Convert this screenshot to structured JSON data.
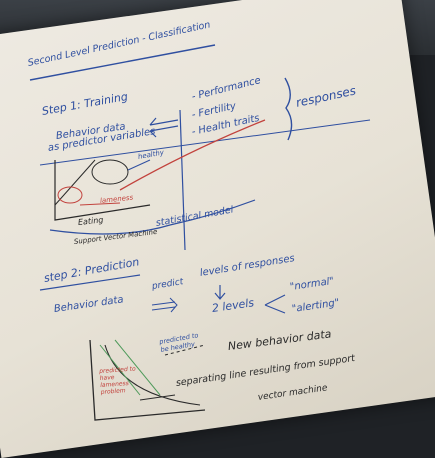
{
  "title": "Second Level Prediction - Classification",
  "step1": {
    "heading": "Step 1: Training",
    "input_line1": "Behavior data",
    "input_line2": "as predictor variables",
    "responses": [
      "- Performance",
      "- Fertility",
      "- Health traits"
    ],
    "responses_label": "responses",
    "healthy_label": "healthy",
    "lameness_label": "lameness",
    "eating_label": "Eating",
    "model_label1": "Support Vector Machine",
    "model_label2": "statistical model"
  },
  "step2": {
    "heading": "step 2: Prediction",
    "input": "Behavior data",
    "predict_text": "predict",
    "levels_text": "levels of responses",
    "two_levels": "2 levels",
    "level_normal": "\"normal\"",
    "level_alerting": "\"alerting\"",
    "predicted_healthy": "predicted to be healthy",
    "predicted_lame": "predicted to have lameness problem",
    "new_data": "New behavior data",
    "separating1": "separating line resulting from support",
    "separating2": "vector machine"
  },
  "colors": {
    "blue_ink": "#2f4fa0",
    "red_ink": "#c2423d",
    "green_ink": "#4e9a5a",
    "black_ink": "#2a2a2a"
  }
}
